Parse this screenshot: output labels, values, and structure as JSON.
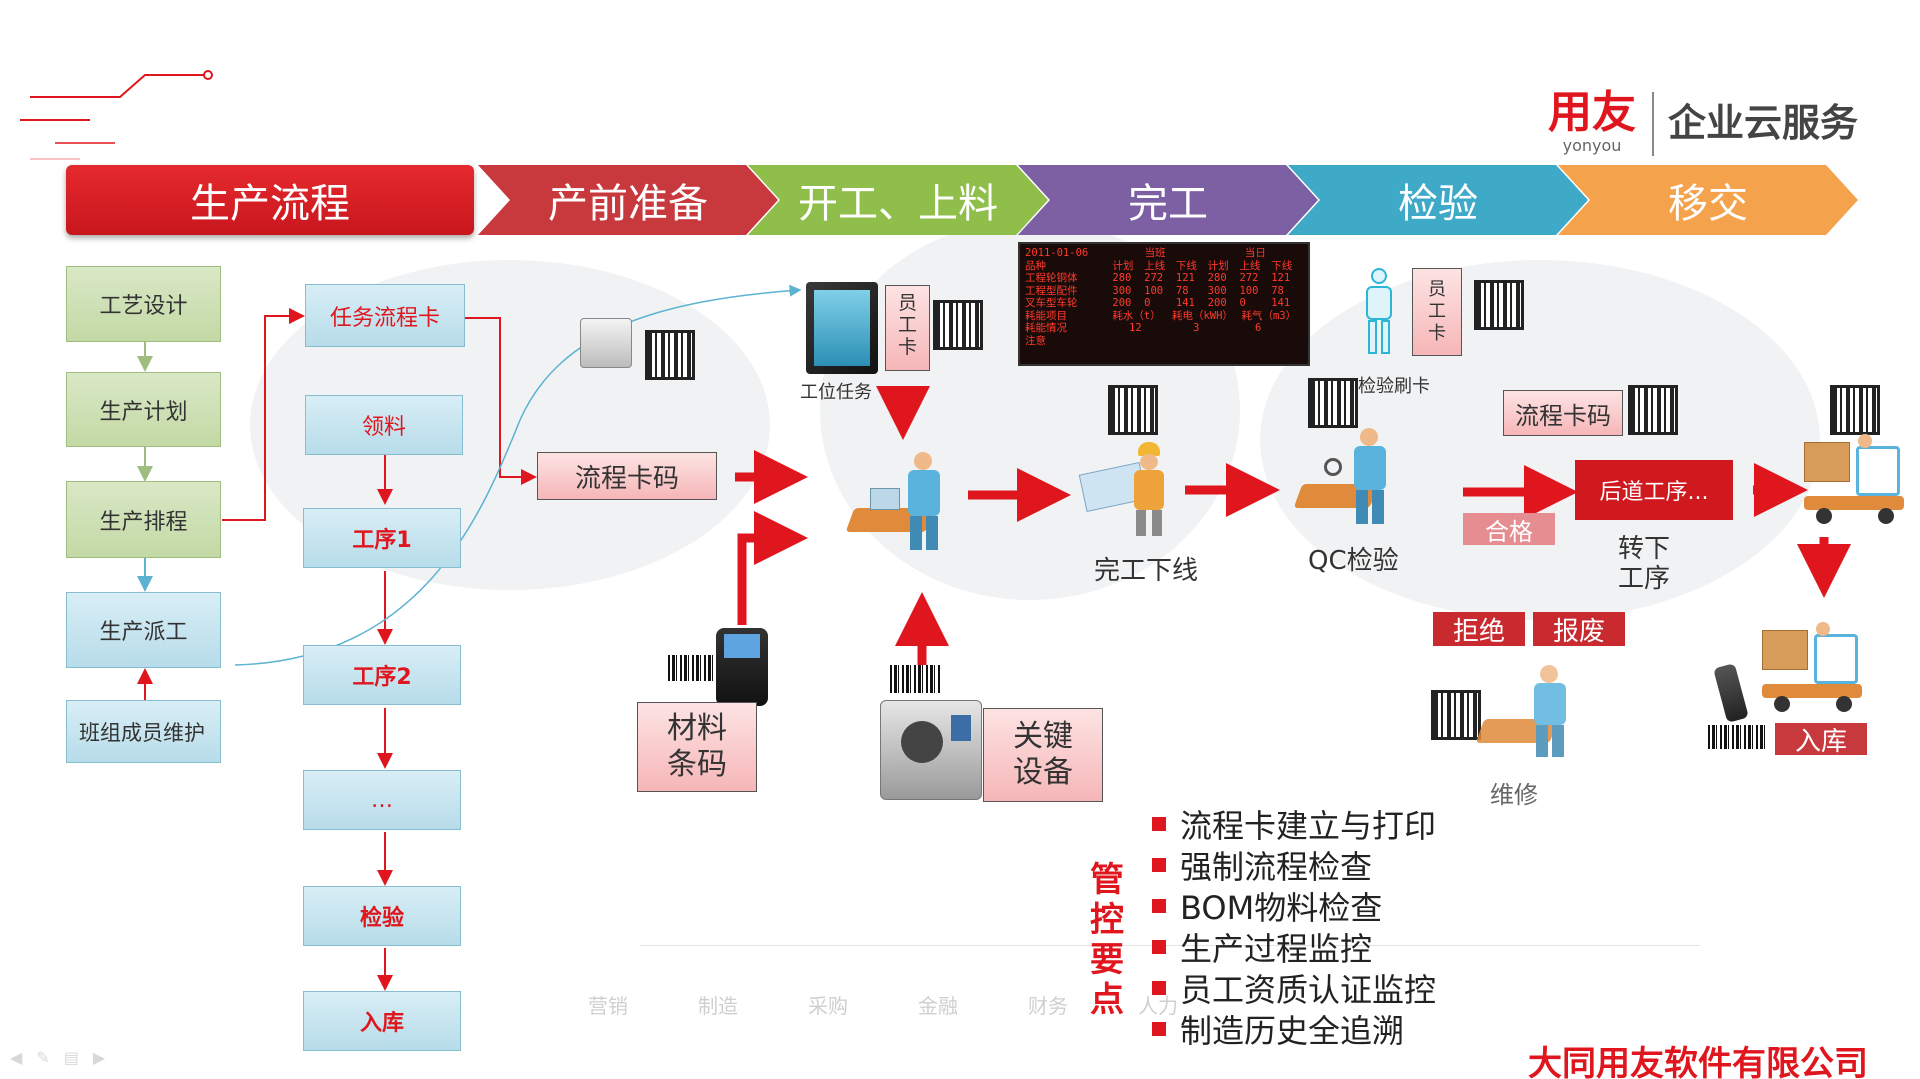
{
  "logo": {
    "brand": "用友",
    "brand_en": "yonyou",
    "tagline": "企业云服务"
  },
  "stages": [
    "生产流程",
    "产前准备",
    "开工、上料",
    "完工",
    "检验",
    "移交"
  ],
  "colors": {
    "red": "#d0181f",
    "stage2": "#c8393e",
    "stage3": "#8fbf4a",
    "stage4": "#7d5fa3",
    "stage5": "#3fa9c8",
    "stage6": "#f5a24c"
  },
  "left_flow": [
    "工艺设计",
    "生产计划",
    "生产排程",
    "生产派工",
    "班组成员维护"
  ],
  "mid_flow": [
    "任务流程卡",
    "领料",
    "工序1",
    "工序2",
    "…",
    "检验",
    "入库"
  ],
  "labels": {
    "flow_card_code": "流程卡码",
    "material_code": "材料\n条码",
    "key_equipment": "关键\n设备",
    "station_task": "工位任务",
    "employee_card": "员\n工\n卡",
    "inspect_swipe": "检验刷卡",
    "finish_offline": "完工下线",
    "qc_inspect": "QC检验",
    "next_process": "后道工序...",
    "qualified": "合格",
    "transfer_next": "转下\n工序",
    "reject": "拒绝",
    "scrap": "报废",
    "repair": "维修",
    "warehouse": "入库",
    "flow_card_code2": "流程卡码"
  },
  "board": {
    "date": "2011-01-06",
    "head": [
      "品种",
      "计划",
      "上线",
      "下线",
      "计划",
      "上线",
      "下线"
    ],
    "group": [
      "当班",
      "当日"
    ],
    "rows": [
      [
        "工程轮铜体",
        "280",
        "272",
        "121",
        "280",
        "272",
        "121"
      ],
      [
        "工程型配件",
        "300",
        "100",
        "78",
        "300",
        "100",
        "78"
      ],
      [
        "叉车型车轮",
        "200",
        "0",
        "141",
        "200",
        "0",
        "141"
      ],
      [
        "耗能项目",
        "耗水（t）",
        "耗电（kWH）",
        "耗气（m3）"
      ],
      [
        "耗能情况",
        "12",
        "3",
        "6"
      ],
      [
        "注意",
        "",
        "",
        ""
      ]
    ]
  },
  "control_points_title": "管控要点",
  "control_points": [
    "流程卡建立与打印",
    "强制流程检查",
    "BOM物料检查",
    "生产过程监控",
    "员工资质认证监控",
    "制造历史全追溯"
  ],
  "bottom_nav": [
    "营销",
    "制造",
    "采购",
    "金融",
    "财务",
    "人力"
  ],
  "company": "大同用友软件有限公司"
}
